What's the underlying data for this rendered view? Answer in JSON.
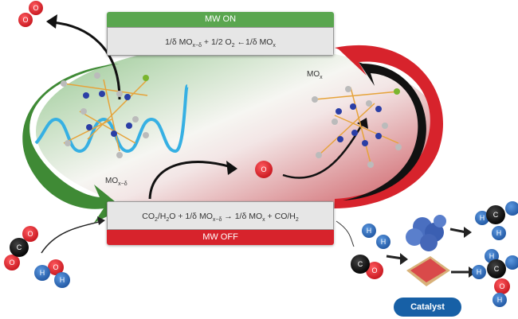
{
  "boxes": {
    "mw_on": {
      "header": "MW ON",
      "equation": {
        "a": "1/δ MO",
        "a_sub": "x−δ",
        "b": " + 1/2 O",
        "b_sub": "2",
        "c": " ←1/δ MO",
        "c_sub": "x"
      }
    },
    "mw_off": {
      "header": "MW OFF",
      "equation": {
        "a": "CO",
        "a_sub": "2",
        "b": "/H",
        "b_sub": "2",
        "c": "O + 1/δ MO",
        "c_sub": "x−δ",
        "d": " → 1/δ MO",
        "d_sub": "x",
        "e": " + CO/H",
        "e_sub": "2"
      }
    }
  },
  "labels": {
    "mox_main": "MO",
    "mox_sub": "x",
    "moxd_main": "MO",
    "moxd_sub": "x−δ"
  },
  "atoms": {
    "oxygen": "O",
    "carbon": "C",
    "hydrogen": "H"
  },
  "catalyst_label": "Catalyst",
  "colors": {
    "mw_on": "#5aa64f",
    "mw_off": "#d7232c",
    "catalyst": "#1760a6",
    "oxygen": "#e0222a",
    "hydrogen": "#2f6fc0",
    "carbon": "#111111"
  }
}
